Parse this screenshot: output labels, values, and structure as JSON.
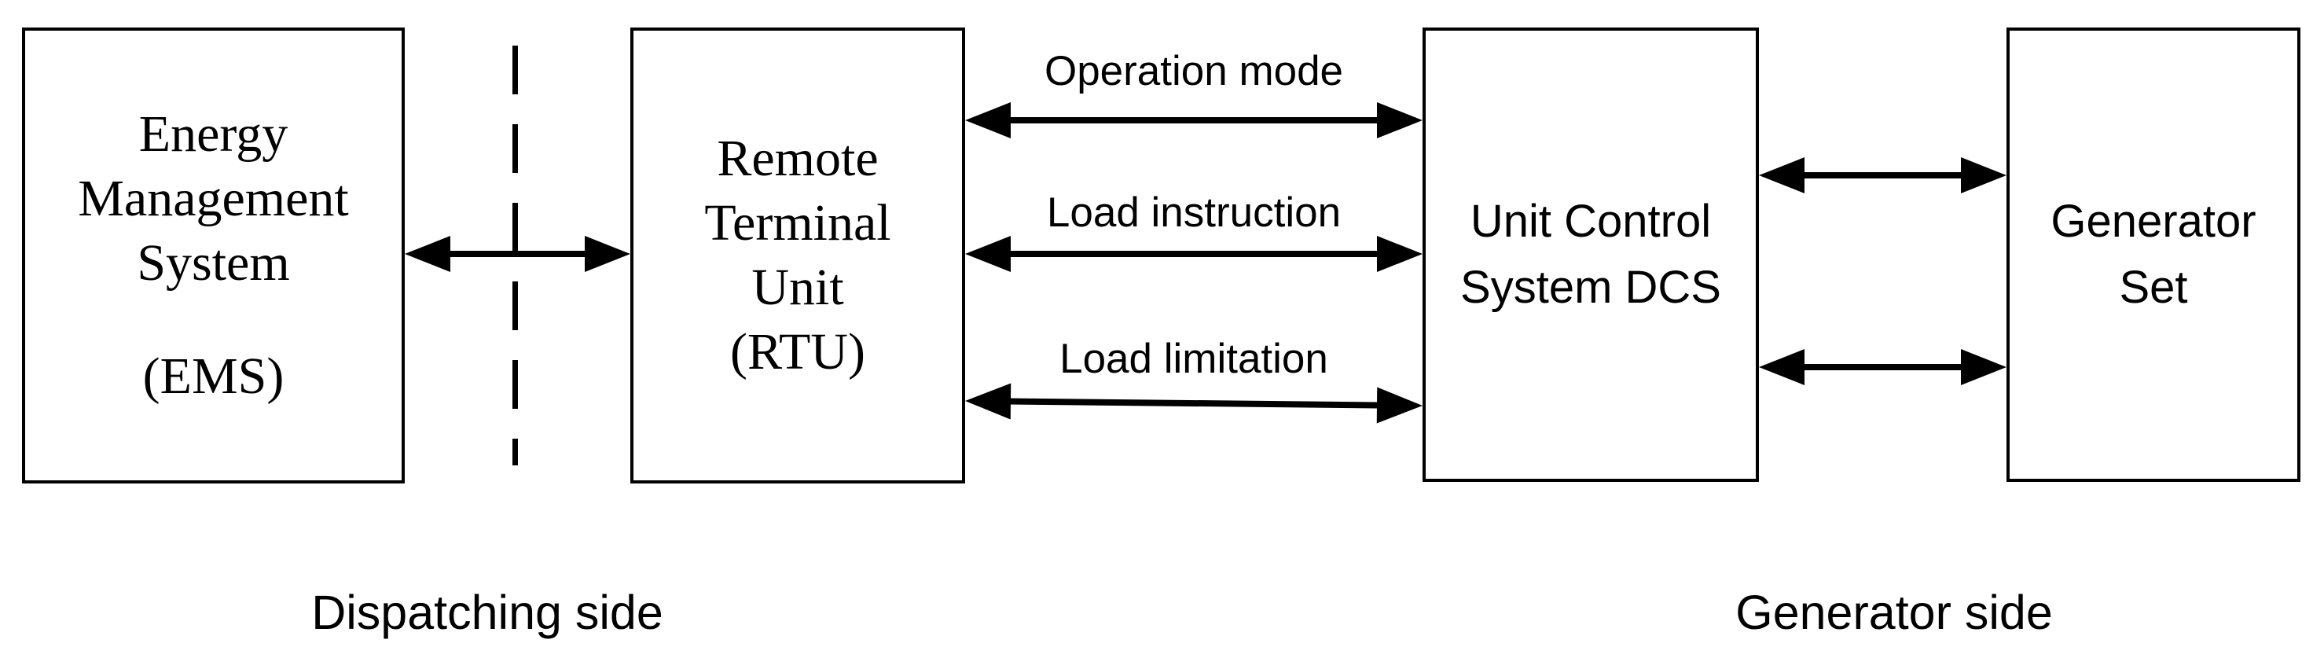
{
  "diagram": {
    "boxes": {
      "ems": {
        "lines": [
          "Energy",
          "Management",
          "System",
          "(EMS)"
        ]
      },
      "rtu": {
        "lines": [
          "Remote",
          "Terminal",
          "Unit",
          "(RTU)"
        ]
      },
      "dcs": {
        "lines": [
          "Unit Control",
          "System DCS"
        ]
      },
      "generator": {
        "lines": [
          "Generator",
          "Set"
        ]
      }
    },
    "arrow_labels": {
      "operation_mode": "Operation mode",
      "load_instruction": "Load instruction",
      "load_limitation": "Load limitation"
    },
    "side_labels": {
      "dispatching": "Dispatching side",
      "generator": "Generator side"
    },
    "colors": {
      "line": "#000000",
      "background": "#ffffff",
      "text": "#000000"
    }
  }
}
